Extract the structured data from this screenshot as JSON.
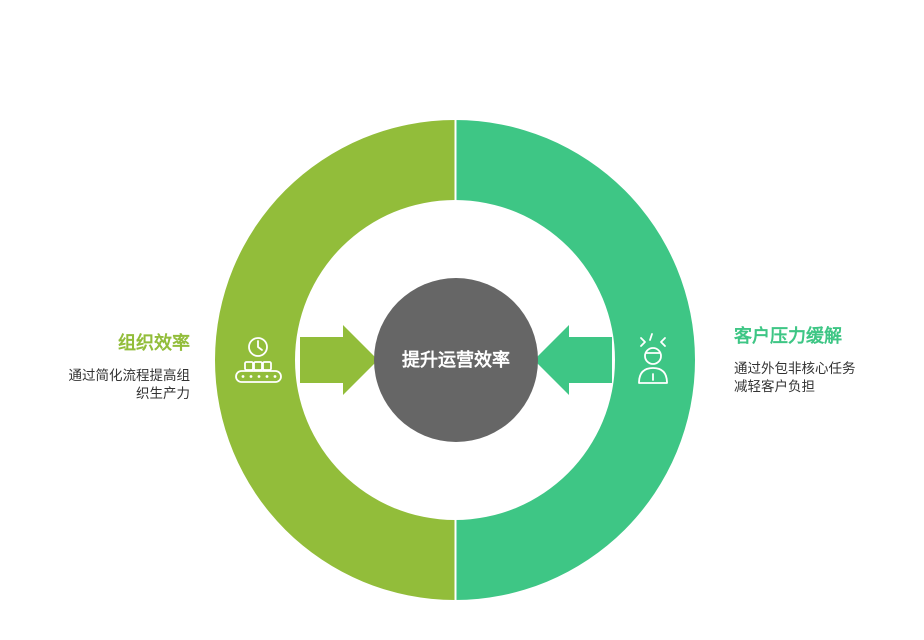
{
  "center": {
    "label": "提升运营效率",
    "color": "#666666"
  },
  "left": {
    "title": "组织效率",
    "desc_line1": "通过简化流程提高组",
    "desc_line2": "织生产力",
    "color": "#92BD3A",
    "icon": "conveyor-clock-icon"
  },
  "right": {
    "title": "客户压力缓解",
    "desc_line1": "通过外包非核心任务",
    "desc_line2": "减轻客户负担",
    "color": "#3EC685",
    "icon": "stressed-person-icon"
  }
}
